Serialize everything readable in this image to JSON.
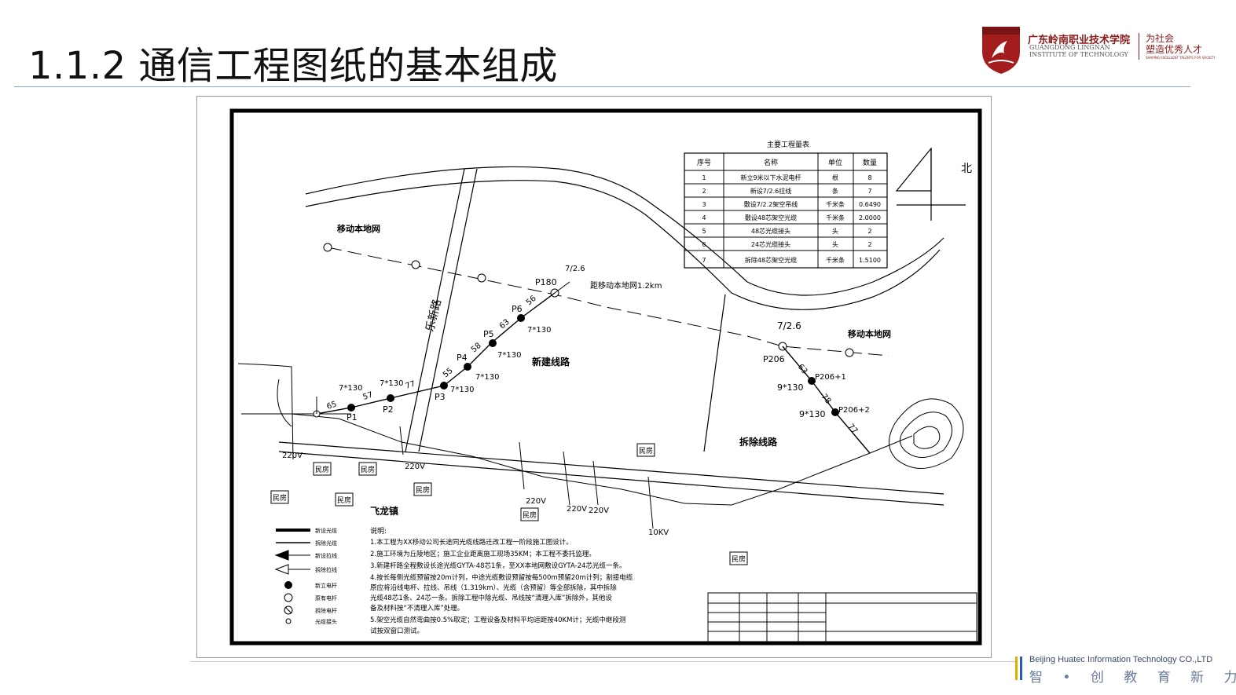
{
  "slide": {
    "title": "1.1.2 通信工程图纸的基本组成"
  },
  "logo": {
    "name_cn": "广东岭南职业技术学院",
    "name_en_1": "GUANGDONG LINGNAN",
    "name_en_2": "INSTITUTE OF TECHNOLOGY",
    "slogan": "为社会\n塑造优秀人才",
    "slogan_en": "SHAPING EXCELLENT TALENTS FOR SOCIETY",
    "accent": "#8b1a1a"
  },
  "footer": {
    "company": "Beijing Huatec Information Technology CO.,LTD",
    "motto": "智 • 创 教 育 新 力 量"
  },
  "drawing": {
    "table_title": "主要工程量表",
    "table_headers": [
      "序号",
      "名称",
      "单位",
      "数量"
    ],
    "table_rows": [
      [
        "1",
        "新立9米以下水泥电杆",
        "根",
        "8"
      ],
      [
        "2",
        "新设7/2.6拉线",
        "条",
        "7"
      ],
      [
        "3",
        "敷设7/2.2架空吊线",
        "千米条",
        "0.6490"
      ],
      [
        "4",
        "敷设48芯架空光缆",
        "千米条",
        "2.0000"
      ],
      [
        "5",
        "48芯光缆接头",
        "头",
        "2"
      ],
      [
        "6",
        "24芯光缆接头",
        "头",
        "2"
      ],
      [
        "7",
        "拆除48芯架空光缆",
        "千米条",
        "1.5100"
      ]
    ],
    "north_label": "北",
    "labels": {
      "mobile_net_top": "移动本地网",
      "mobile_net_right": "移动本地网",
      "road": "乐新路",
      "new_route": "新建线路",
      "demolish_route": "拆除线路",
      "town": "飞龙镇",
      "distance_note": "距移动本地网1.2km",
      "p180": "P180",
      "p6": "P6",
      "p5": "P5",
      "p4": "P4",
      "p3": "P3",
      "p2": "P2",
      "p1": "P1",
      "p206": "P206",
      "p206_1": "P206+1",
      "p206_2": "P206+2",
      "spec_726_a": "7/2.6",
      "spec_726_b": "7/2.6",
      "span_130_a": "7*130",
      "span_130_b": "7*130",
      "span_130_c": "7*130",
      "span_130_d": "7*130",
      "span_130_e": "7*130",
      "span_130_f": "7*130",
      "span_9_130_a": "9*130",
      "span_9_130_b": "9*130",
      "n56": "56",
      "n63": "63",
      "n58": "58",
      "n55": "55",
      "n57": "57",
      "n65": "65",
      "n77a": "77",
      "n63b": "63",
      "n78": "78",
      "n77b": "77",
      "v220_a": "220V",
      "v220_b": "220V",
      "v220_c": "220V",
      "v220_d": "220V",
      "v220_e": "220V",
      "kv10": "10KV",
      "house": "民房"
    },
    "notes_title": "说明:",
    "notes": [
      "1.本工程为XX移动公司长途同光缆线路迁改工程一阶段施工图设计。",
      "2.施工环境为丘陵地区；施工企业距离施工现场35KM；本工程不委托监理。",
      "3.新建杆路全程敷设长途光缆GYTA-48芯1条，至XX本地网敷设GYTA-24芯光缆一条。",
      "4.按长每侧光缆预留按20m计列，中途光缆敷设预留按每500m预留20m计列；割接电缆",
      "原应将沿线电杆、拉线、吊线（1.319km）、光缆（含预留）等全部拆除，其中拆除",
      "光缆48芯1条、24芯一条。拆除工程中除光缆、吊线按“清理入库”拆除外，其他设",
      "备及材料按“不清理入库”处理。",
      "5.架空光缆自然弯曲按0.5%取定；工程设备及材料平均运距按40KM计；光缆中继段测",
      "试按双窗口测试。"
    ],
    "legend_items": [
      "新设光缆",
      "拆除光缆",
      "新设拉线",
      "拆除拉线",
      "新立电杆",
      "原有电杆",
      "拆除电杆",
      "光缆接头"
    ]
  }
}
